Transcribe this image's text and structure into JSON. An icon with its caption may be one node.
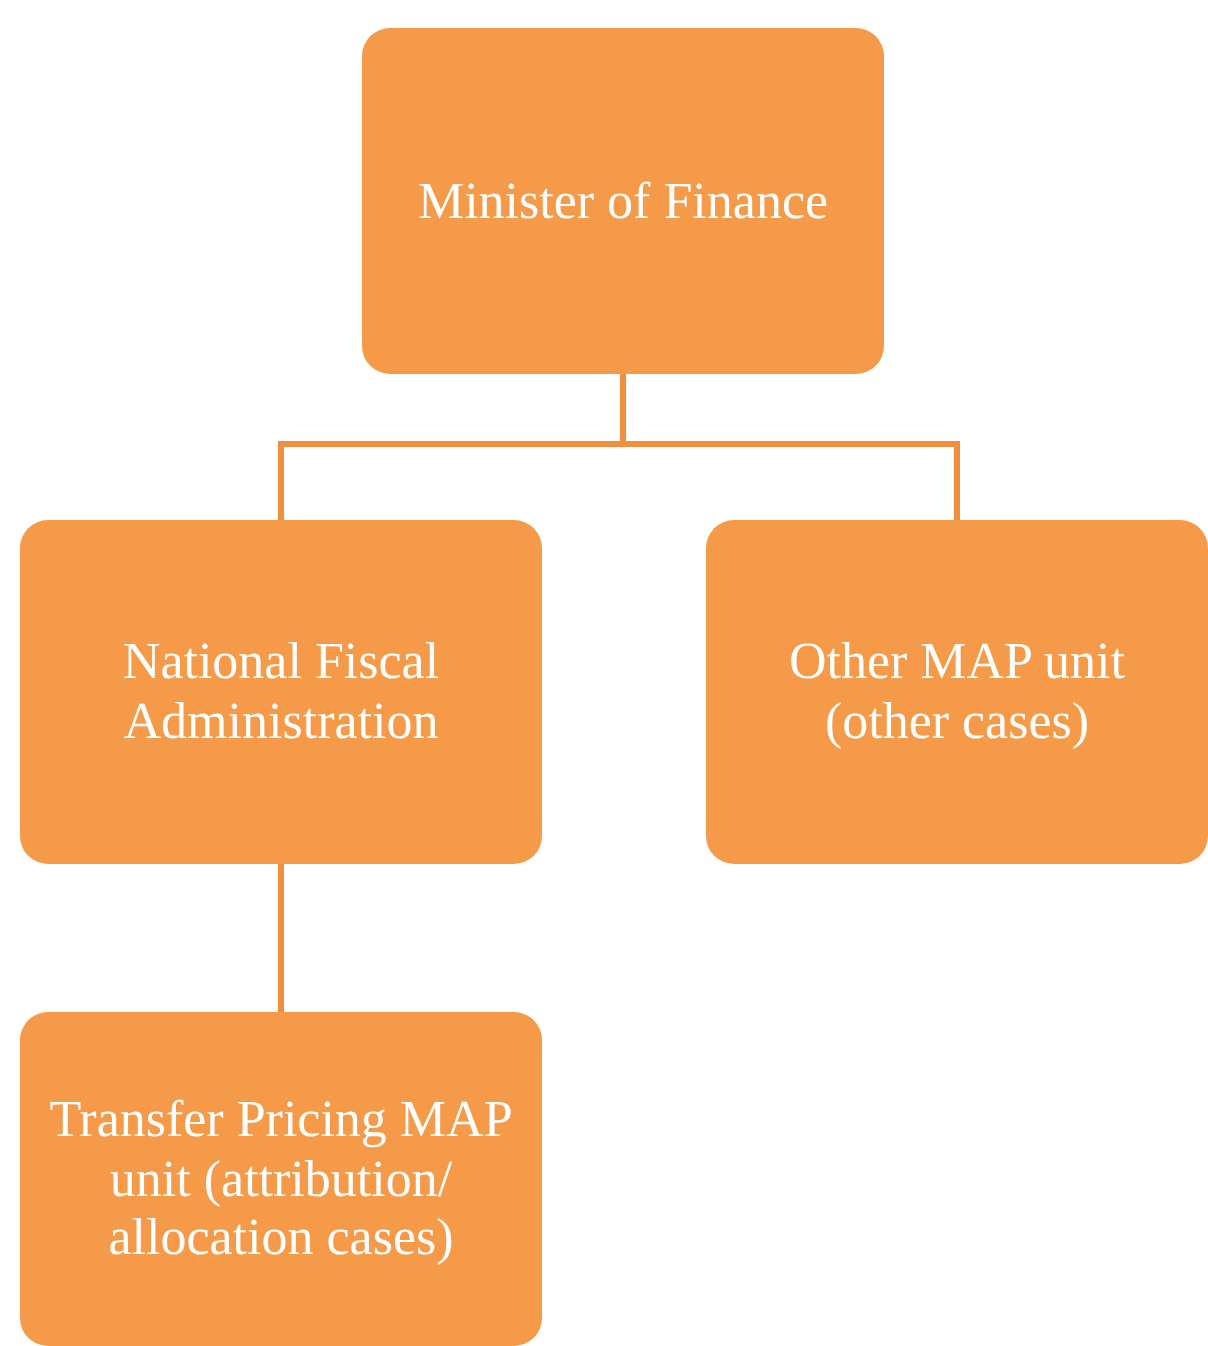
{
  "diagram": {
    "nodes": [
      {
        "text": [
          "Minister of Finance"
        ]
      },
      {
        "text": [
          "National Fiscal Administration"
        ]
      },
      {
        "text": [
          "Other MAP unit (other cases)"
        ]
      },
      {
        "text": [
          "Transfer Pricing MAP unit (attribution/ allocation cases)"
        ]
      }
    ],
    "edges": [
      {
        "from": 0,
        "to": 1,
        "arrow": "none"
      },
      {
        "from": 0,
        "to": 2,
        "arrow": "none"
      },
      {
        "from": 1,
        "to": 3,
        "arrow": "none"
      }
    ]
  }
}
